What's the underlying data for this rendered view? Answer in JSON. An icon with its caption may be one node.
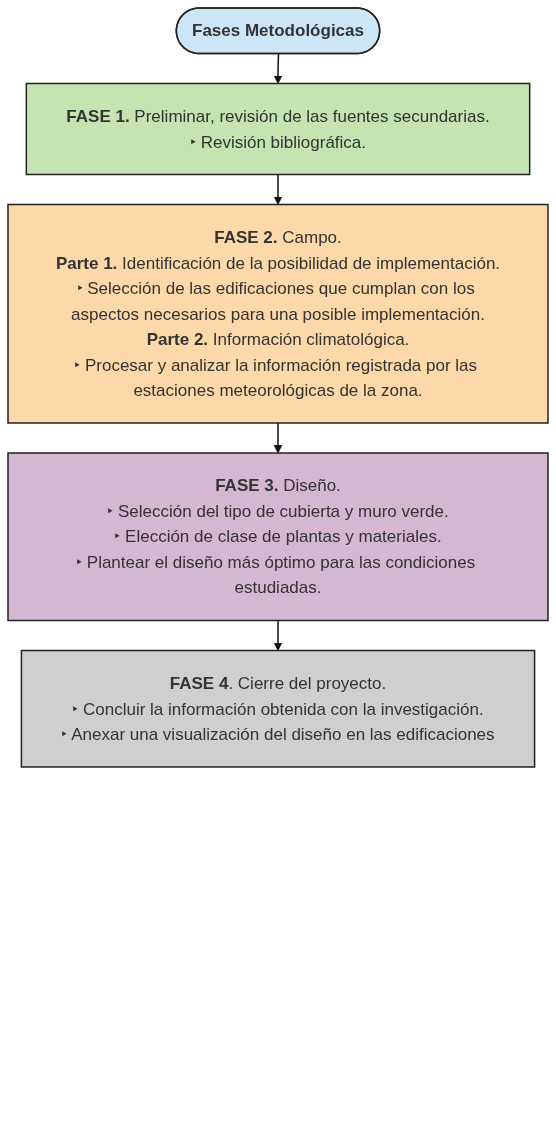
{
  "diagram": {
    "nodes": [
      {
        "text": [
          "Fases Metodológicas"
        ]
      },
      {
        "text": [
          "**FASE 1.** Preliminar, revisión de las fuentes secundarias.",
          "‣ Revisión bibliográfica."
        ]
      },
      {
        "text": [
          "**FASE 2.** Campo.",
          "**Parte 1.** Identificación de la posibilidad de implementación.",
          "‣ Selección de las edificaciones que cumplan con los aspectos necesarios para una posible implementación.",
          "**Parte 2.** Información climatológica.",
          "‣ Procesar y analizar la información registrada por las estaciones meteorológicas de la zona."
        ]
      },
      {
        "text": [
          "**FASE 3.** Diseño.",
          "‣ Selección del tipo de cubierta y muro verde.",
          "‣ Elección de clase de plantas y materiales.",
          "‣ Plantear el diseño más óptimo para las condiciones estudiadas."
        ]
      },
      {
        "text": [
          "**FASE 4**. Cierre del proyecto.",
          "‣ Concluir la información obtenida con la investigación.",
          "‣ Anexar una visualización del diseño en las edificaciones"
        ]
      }
    ],
    "edges": [
      {
        "from": 0,
        "to": 1,
        "arrow": "to"
      },
      {
        "from": 1,
        "to": 2,
        "arrow": "to"
      },
      {
        "from": 2,
        "to": 3,
        "arrow": "to"
      },
      {
        "from": 3,
        "to": 4,
        "arrow": "to"
      }
    ]
  }
}
